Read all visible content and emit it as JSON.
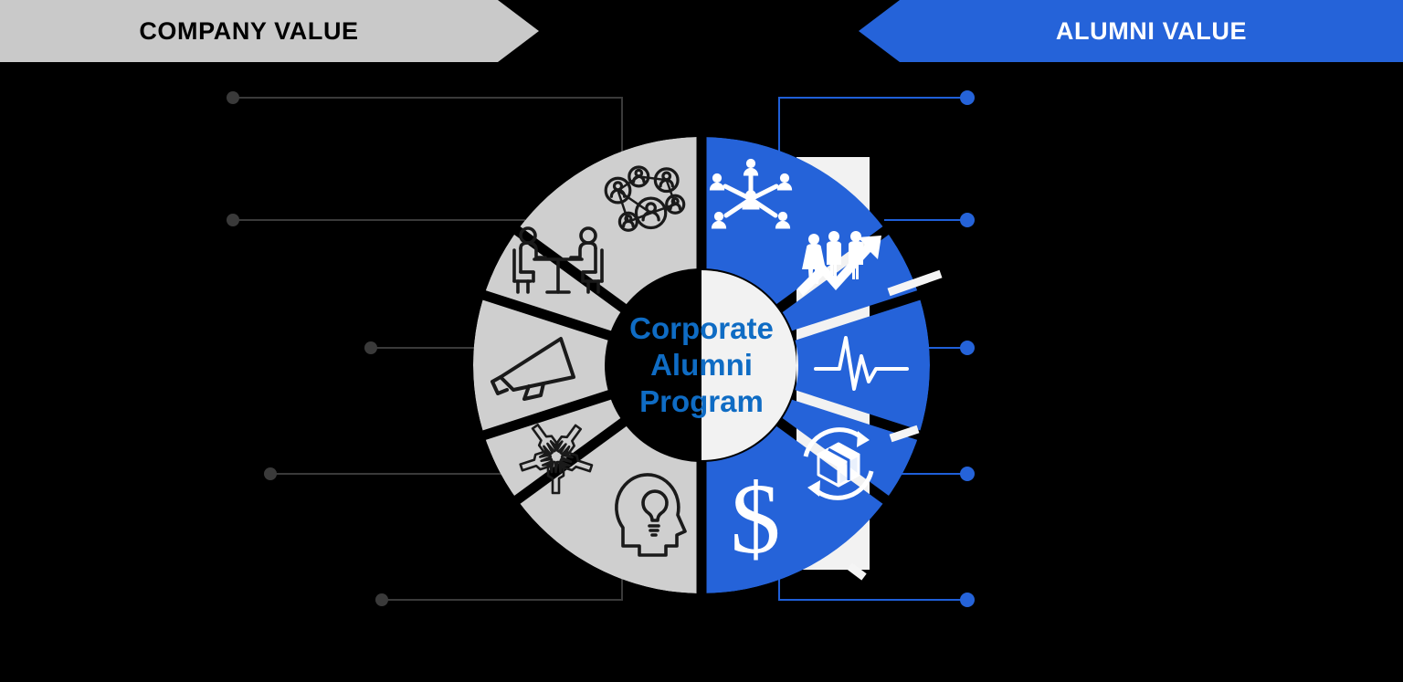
{
  "page": {
    "title": "Corporate Alumni Program value wheel",
    "background_color": "#000000"
  },
  "headers": {
    "left": {
      "label": "COMPANY VALUE",
      "fill": "#c9c9c9",
      "text_color": "#000000"
    },
    "right": {
      "label": "ALUMNI VALUE",
      "fill": "#2563d9",
      "text_color": "#ffffff"
    }
  },
  "center": {
    "line1": "Corporate",
    "line2": "Alumni",
    "line3": "Program",
    "text_color": "#0f6cc4",
    "inner_right_fill": "#f2f2f2"
  },
  "colors": {
    "company_segment": "#cfcfcf",
    "alumni_segment": "#2563d9",
    "company_icon": "#1a1a1a",
    "alumni_icon": "#ffffff",
    "gap": "#f5f5f5",
    "connector_left": "#3a3a3a",
    "connector_right": "#1f5fd8",
    "backing_panel": "#f2f2f2"
  },
  "chart_data": {
    "type": "pie",
    "title": "Corporate Alumni Program",
    "subtitle": "",
    "legend_position": "none",
    "grid": false,
    "categories": [
      "Network",
      "Meeting",
      "Megaphone",
      "Teamwork",
      "Ideas",
      "Hub Network",
      "Growth",
      "Pulse",
      "Lifecycle",
      "Revenue"
    ],
    "values": [
      18,
      18,
      18,
      18,
      18,
      36,
      36,
      36,
      36,
      36
    ],
    "series": [
      {
        "name": "COMPANY VALUE",
        "color": "#cfcfcf",
        "values": [
          36,
          36,
          36,
          36,
          36
        ]
      },
      {
        "name": "ALUMNI VALUE",
        "color": "#2563d9",
        "values": [
          36,
          36,
          36,
          36,
          36
        ]
      }
    ],
    "xlabel": "",
    "ylabel": ""
  },
  "segments": {
    "company": [
      {
        "id": "network",
        "icon": "people-network-icon",
        "start_deg": -90,
        "end_deg": -54,
        "fill": "#cfcfcf"
      },
      {
        "id": "meeting",
        "icon": "meeting-table-icon",
        "start_deg": -54,
        "end_deg": -18,
        "fill": "#cfcfcf"
      },
      {
        "id": "megaphone",
        "icon": "megaphone-icon",
        "start_deg": -18,
        "end_deg": 18,
        "fill": "#cfcfcf"
      },
      {
        "id": "teamwork",
        "icon": "hands-together-icon",
        "start_deg": 18,
        "end_deg": 54,
        "fill": "#cfcfcf"
      },
      {
        "id": "ideas",
        "icon": "head-lightbulb-icon",
        "start_deg": 54,
        "end_deg": 90,
        "fill": "#cfcfcf"
      }
    ],
    "alumni": [
      {
        "id": "hub",
        "icon": "hub-network-icon",
        "start_deg": -90,
        "end_deg": -54,
        "fill": "#2563d9"
      },
      {
        "id": "growth",
        "icon": "people-growth-icon",
        "start_deg": -54,
        "end_deg": -18,
        "fill": "#2563d9"
      },
      {
        "id": "pulse",
        "icon": "pulse-line-icon",
        "start_deg": -18,
        "end_deg": 18,
        "fill": "#2563d9"
      },
      {
        "id": "lifecycle",
        "icon": "package-recycle-icon",
        "start_deg": 18,
        "end_deg": 54,
        "fill": "#2563d9"
      },
      {
        "id": "revenue",
        "icon": "dollar-sign-icon",
        "start_deg": 54,
        "end_deg": 90,
        "fill": "#2563d9"
      }
    ]
  },
  "callouts": {
    "left": [
      {
        "id": "left-callout-1",
        "label": "",
        "dot_x": 255,
        "dot_y": 107
      },
      {
        "id": "left-callout-2",
        "label": "",
        "dot_x": 255,
        "dot_y": 241
      },
      {
        "id": "left-callout-3",
        "label": "",
        "dot_x": 406,
        "dot_y": 381
      },
      {
        "id": "left-callout-4",
        "label": "",
        "dot_x": 296,
        "dot_y": 519
      },
      {
        "id": "left-callout-5",
        "label": "",
        "dot_x": 418,
        "dot_y": 657
      }
    ],
    "right": [
      {
        "id": "right-callout-1",
        "label": "",
        "dot_x": 1059,
        "dot_y": 107
      },
      {
        "id": "right-callout-2",
        "label": "",
        "dot_x": 1059,
        "dot_y": 241
      },
      {
        "id": "right-callout-3",
        "label": "",
        "dot_x": 1059,
        "dot_y": 381
      },
      {
        "id": "right-callout-4",
        "label": "",
        "dot_x": 1059,
        "dot_y": 519
      },
      {
        "id": "right-callout-5",
        "label": "",
        "dot_x": 1059,
        "dot_y": 657
      }
    ]
  }
}
